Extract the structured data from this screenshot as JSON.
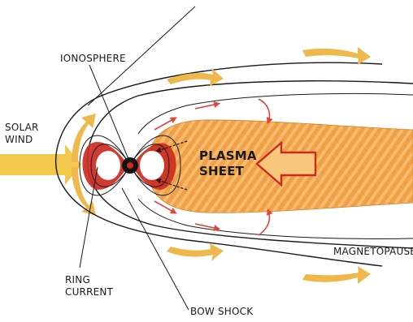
{
  "labels": {
    "ionosphere": "IONOSPHERE",
    "solar_wind_1": "SOLAR",
    "solar_wind_2": "WIND",
    "plasma_sheet_1": "PLASMA",
    "plasma_sheet_2": "SHEET",
    "magnetopause": "MAGNETOPAUSE",
    "ring_current_1": "RING",
    "ring_current_2": "CURRENT",
    "bow_shock": "BOW SHOCK"
  },
  "colors": {
    "plasma_orange": "#f0a04a",
    "plasma_light": "#f6c27a",
    "solar_wind_yellow": "#f2c94c",
    "arrow_yellow": "#efb84a",
    "ring_current_red": "#cc2a22",
    "flow_arrow_red": "#e0443a",
    "line_black": "#1a1a1a"
  }
}
